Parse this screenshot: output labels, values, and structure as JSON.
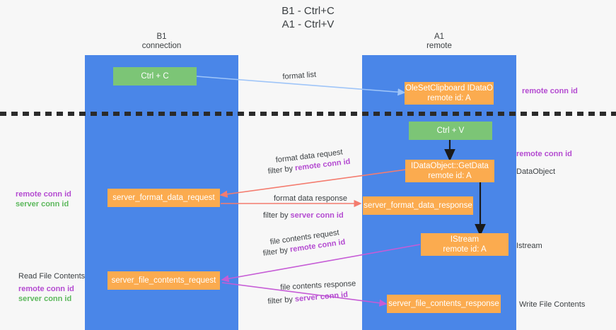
{
  "diagram": {
    "title_line1": "B1 - Ctrl+C",
    "title_line2": "A1 - Ctrl+V",
    "columns": [
      {
        "name": "B1",
        "role": "connection"
      },
      {
        "name": "A1",
        "role": "remote"
      }
    ],
    "colors": {
      "lane": "#4a86e8",
      "green_node": "#7cc576",
      "orange_node": "#fbab4f",
      "remote_conn_id": "#b44bd1",
      "server_conn_id": "#5cb85c",
      "arrow_format_list": "#9fc5f8",
      "arrow_format_data": "#f47c6f",
      "arrow_file_contents": "#c65cd6",
      "arrow_black": "#1a1a1a",
      "divider": "#2b2b2b",
      "background": "#f7f7f7"
    },
    "nodes": {
      "ctrl_c": "Ctrl + C",
      "ctrl_v": "Ctrl + V",
      "set_clipboard_l1": "OleSetClipboard IDataObject",
      "set_clipboard_l2": "remote id: A",
      "getdata_l1": "IDataObject::GetData",
      "getdata_l2": "remote id: A",
      "istream_l1": "IStream",
      "istream_l2": "remote id: A",
      "server_format_data_request": "server_format_data_request",
      "server_format_data_response": "server_format_data_response",
      "server_file_contents_request": "server_file_contents_request",
      "server_file_contents_response": "server_file_contents_response"
    },
    "arrow_labels": {
      "format_list": "format list",
      "format_data_request": "format data request",
      "format_data_request_filter_prefix": "filter by ",
      "format_data_request_filter_value": "remote conn id",
      "format_data_response": "format data response",
      "format_data_response_filter_prefix": "filter by ",
      "format_data_response_filter_value": "server conn id",
      "file_contents_request": "file contents request",
      "file_contents_request_filter_prefix": "filter by ",
      "file_contents_request_filter_value": "remote conn id",
      "file_contents_response": "file contents response",
      "file_contents_response_filter_prefix": "filter by ",
      "file_contents_response_filter_value": "server conn id"
    },
    "side_labels": {
      "right_remote_conn_id_top": "remote conn id",
      "right_remote_conn_id_mid": "remote conn id",
      "right_dataobject": "DataObject",
      "right_istream": "Istream",
      "right_write_file_contents": "Write File Contents",
      "left_remote_conn_id_mid": "remote conn id",
      "left_server_conn_id_mid": "server conn id",
      "left_read_file_contents": "Read File Contents",
      "left_remote_conn_id_bottom": "remote conn id",
      "left_server_conn_id_bottom": "server conn id"
    }
  }
}
